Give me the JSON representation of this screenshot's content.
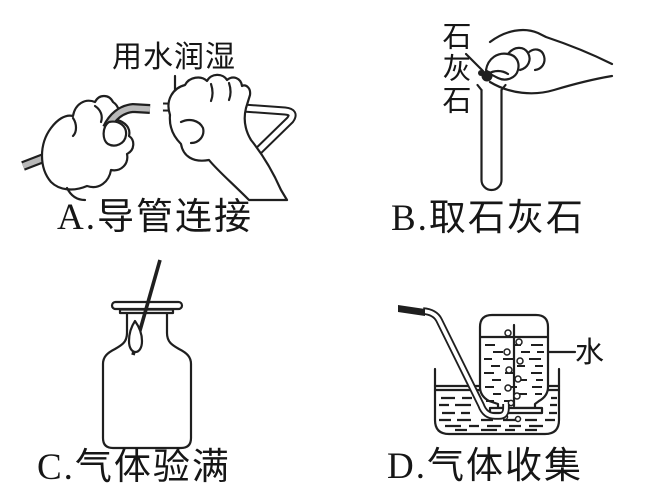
{
  "figure": {
    "background": "#ffffff",
    "ink_color": "#1f1f1f",
    "panels": [
      {
        "id": "A",
        "caption": "A.导管连接",
        "annotation": "用水润湿"
      },
      {
        "id": "B",
        "caption": "B.取石灰石",
        "annotation": "石灰石"
      },
      {
        "id": "C",
        "caption": "C.气体验满",
        "annotation": ""
      },
      {
        "id": "D",
        "caption": "D.气体收集",
        "annotation": "水"
      }
    ]
  }
}
